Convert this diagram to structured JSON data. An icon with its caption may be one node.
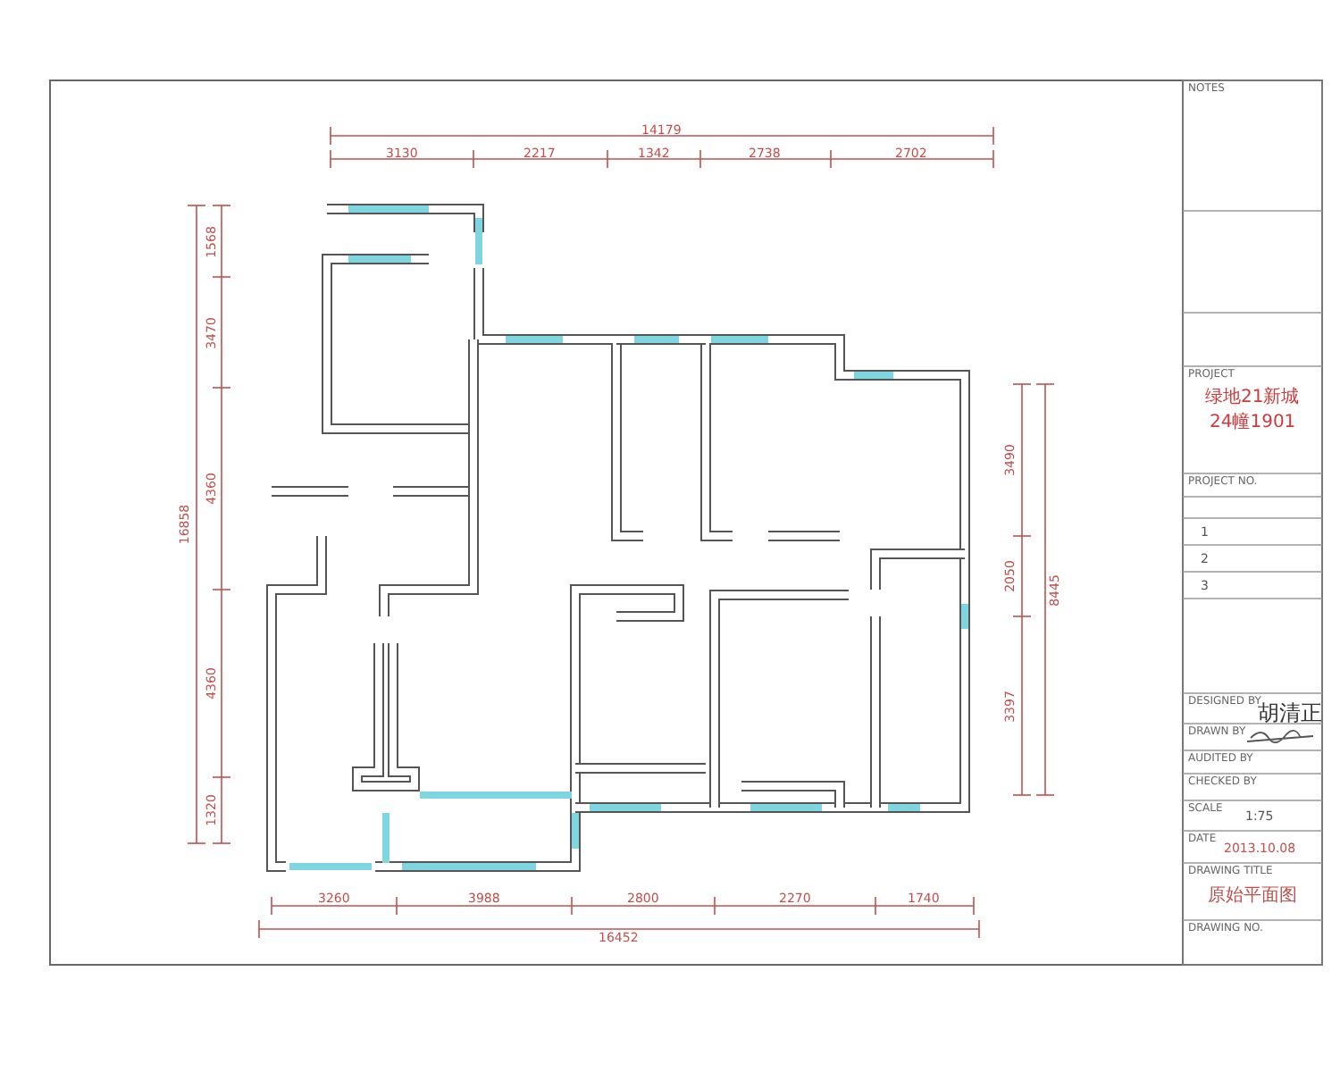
{
  "diagram": {
    "labels": [
      "14179",
      "3130",
      "2217",
      "1342",
      "2738",
      "2702",
      "16858",
      "1568",
      "3470",
      "4360",
      "4360",
      "1320",
      "8445",
      "3490",
      "2050",
      "3397",
      "16452",
      "3260",
      "3988",
      "2800",
      "2270",
      "1740",
      "NOTES",
      "PROJECT",
      "绿地21新城",
      "24幢1901",
      "PROJECT NO.",
      "1",
      "2",
      "3",
      "DESIGNED BY",
      "胡清正",
      "DRAWN BY",
      "AUDITED BY",
      "CHECKED BY",
      "SCALE",
      "1:75",
      "DATE",
      "2013.10.08",
      "DRAWING TITLE",
      "原始平面图",
      "DRAWING NO."
    ]
  }
}
